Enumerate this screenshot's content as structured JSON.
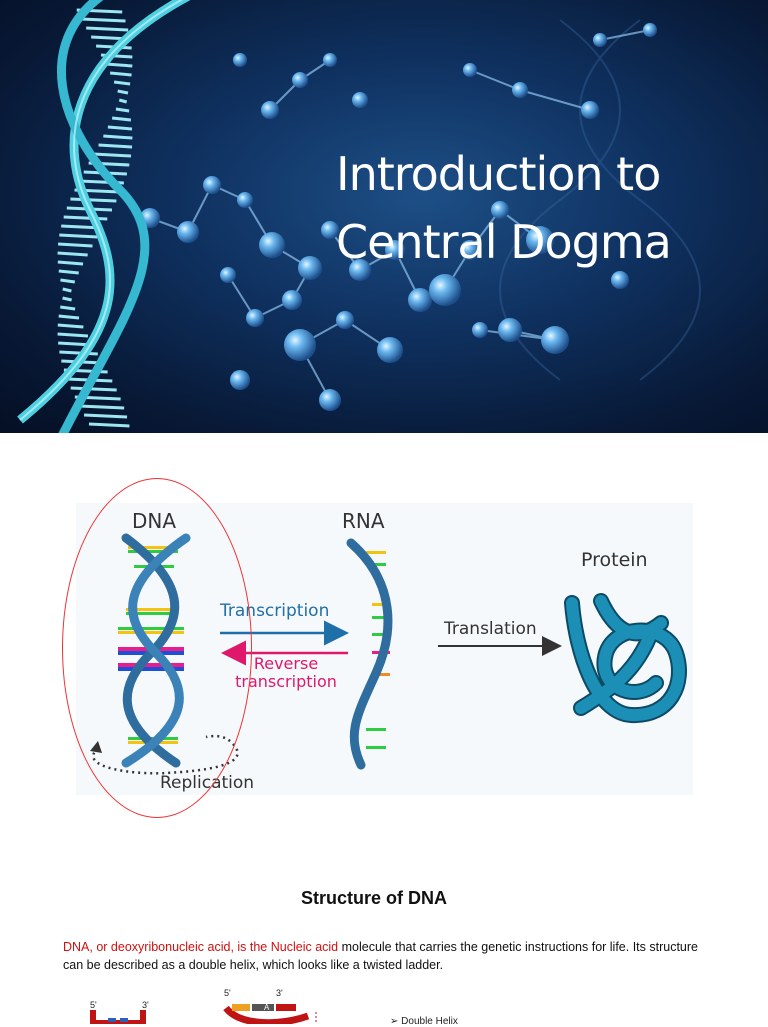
{
  "hero": {
    "title_line1": "Introduction to",
    "title_line2": "Central Dogma"
  },
  "dogma": {
    "dna_label": "DNA",
    "rna_label": "RNA",
    "protein_label": "Protein",
    "transcription_label": "Transcription",
    "reverse_line1": "Reverse",
    "reverse_line2": "transcription",
    "translation_label": "Translation",
    "replication_label": "Replication"
  },
  "structure": {
    "title": "Structure of DNA",
    "para_red": "DNA, or deoxyribonucleic acid, is the Nucleic acid",
    "para_rest": " molecule that carries the genetic instructions for life. Its structure can be described as a double helix, which looks like a twisted ladder.",
    "thumb1_left": "5'",
    "thumb1_right": "3'",
    "thumb2_left": "5'",
    "thumb2_right": "3'",
    "thumb2_base": "A",
    "bullet_text": "Double Helix"
  },
  "colors": {
    "transcription": "#1f6fa8",
    "reverse": "#e0186c",
    "helix": "#2f6d9e",
    "protein": "#1b8fb5"
  }
}
